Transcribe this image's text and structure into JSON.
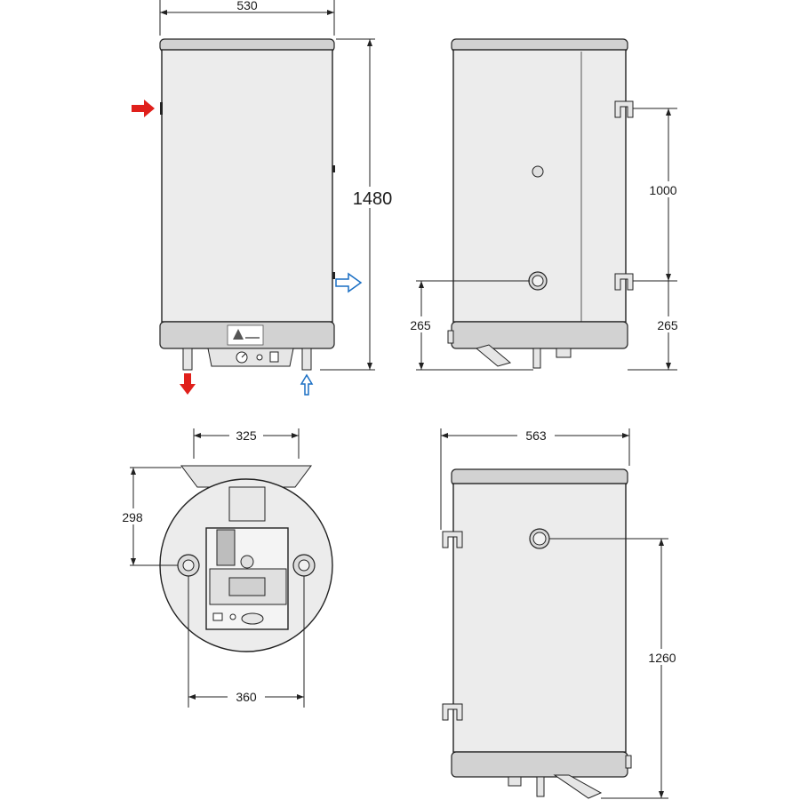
{
  "dimensions": {
    "front_width": "530",
    "front_height": "1480",
    "side_bracket_spacing": "1000",
    "side_left_inlet_height": "265",
    "side_right_bracket_height": "265",
    "bottom_bracket_width": "325",
    "bottom_depth": "298",
    "bottom_pipe_spacing": "360",
    "rear_width": "563",
    "rear_height": "1260"
  },
  "colors": {
    "hot_arrow": "#e0201b",
    "cold_arrow": "#1a6fc4"
  },
  "icons": {
    "hot_inlet": "arrow-right-filled",
    "hot_outlet": "arrow-down-filled",
    "cold_inlet": "arrow-right-outline",
    "cold_outlet": "arrow-up-outline"
  }
}
